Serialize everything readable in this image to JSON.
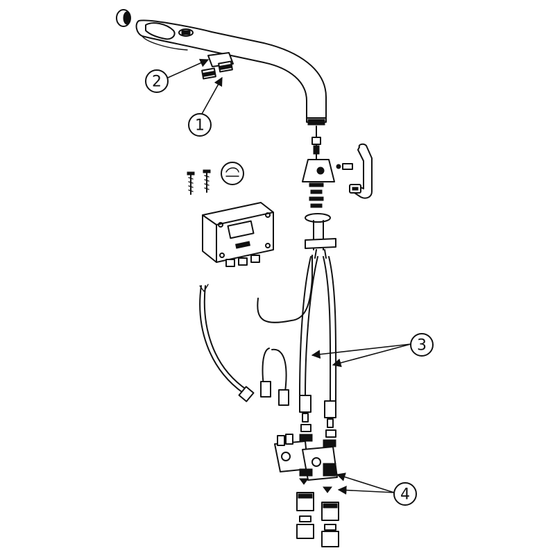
{
  "callouts": [
    {
      "id": "1",
      "label": "1"
    },
    {
      "id": "2",
      "label": "2"
    },
    {
      "id": "3",
      "label": "3"
    },
    {
      "id": "4",
      "label": "4"
    }
  ],
  "colors": {
    "line": "#111111",
    "background": "#ffffff"
  }
}
